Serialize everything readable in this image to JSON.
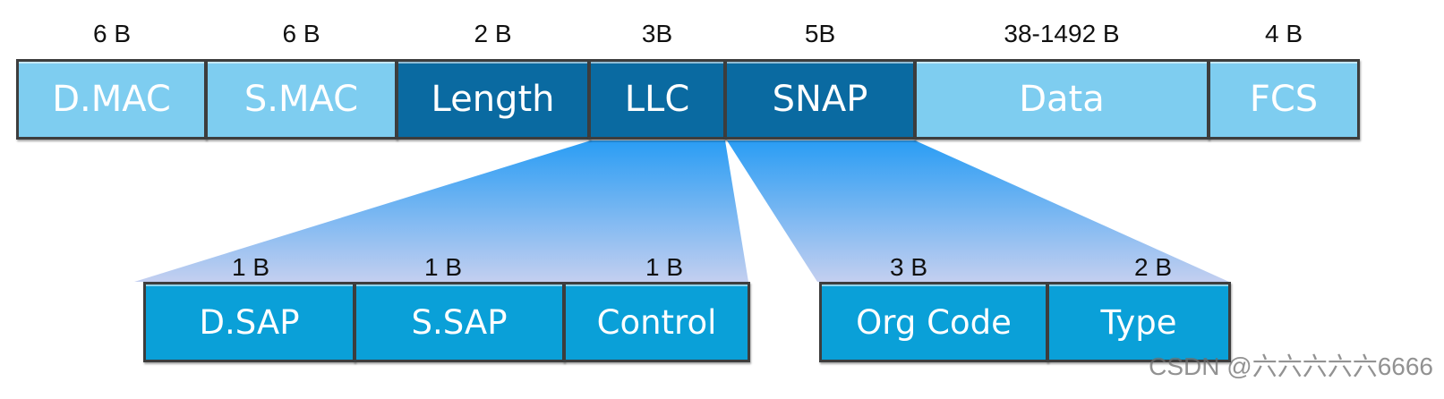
{
  "frame": {
    "fields": [
      {
        "label": "D.MAC",
        "size": "6 B",
        "style": "light"
      },
      {
        "label": "S.MAC",
        "size": "6 B",
        "style": "light"
      },
      {
        "label": "Length",
        "size": "2 B",
        "style": "dark"
      },
      {
        "label": "LLC",
        "size": "3B",
        "style": "dark"
      },
      {
        "label": "SNAP",
        "size": "5B",
        "style": "dark"
      },
      {
        "label": "Data",
        "size": "38-1492 B",
        "style": "light"
      },
      {
        "label": "FCS",
        "size": "4 B",
        "style": "light"
      }
    ]
  },
  "llc_detail": {
    "fields": [
      {
        "label": "D.SAP",
        "size": "1 B"
      },
      {
        "label": "S.SAP",
        "size": "1 B"
      },
      {
        "label": "Control",
        "size": "1 B"
      }
    ]
  },
  "snap_detail": {
    "fields": [
      {
        "label": "Org Code",
        "size": "3 B"
      },
      {
        "label": "Type",
        "size": "2 B"
      }
    ]
  },
  "watermark": "CSDN @六六六六六6666",
  "colors": {
    "light_field": "#7ecdf0",
    "dark_field": "#0a6aa1",
    "sub_field": "#0aa0d8",
    "wedge_top": "#2a9df4",
    "wedge_bottom": "#c3cff0"
  }
}
